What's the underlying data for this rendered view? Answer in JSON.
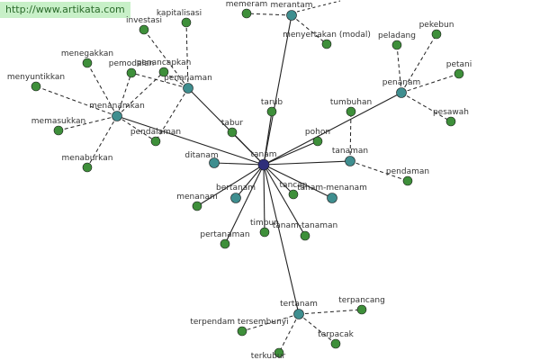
{
  "watermark": "http://www.artikata.com",
  "colors": {
    "hub": "#2e2e7a",
    "cluster": "#3f8e8f",
    "leaf": "#3e8f3a",
    "line": "#222222"
  },
  "graph": {
    "nodes": [
      {
        "id": "tanam",
        "label": "tanam",
        "type": "hub"
      },
      {
        "id": "merantam",
        "label": "merantam",
        "type": "cluster"
      },
      {
        "id": "penanaman",
        "label": "penanaman",
        "type": "cluster"
      },
      {
        "id": "menanamkan",
        "label": "menanamkan",
        "type": "cluster"
      },
      {
        "id": "penanam",
        "label": "penanam",
        "type": "cluster"
      },
      {
        "id": "tanaman",
        "label": "tanaman",
        "type": "cluster"
      },
      {
        "id": "tertanam",
        "label": "tertanam",
        "type": "cluster"
      },
      {
        "id": "tanam-menanam",
        "label": "tanam-menanam",
        "type": "cluster"
      },
      {
        "id": "bertanam",
        "label": "bertanam",
        "type": "cluster"
      },
      {
        "id": "ditanam",
        "label": "ditanam",
        "type": "cluster"
      },
      {
        "id": "tanam-tanaman",
        "label": "tanam-tanaman",
        "type": "leaf"
      },
      {
        "id": "memeram",
        "label": "memeram",
        "type": "leaf"
      },
      {
        "id": "menyertakan",
        "label": "menyertakan (modal)",
        "type": "leaf"
      },
      {
        "id": "investasi",
        "label": "investasi",
        "type": "leaf"
      },
      {
        "id": "kapitalisasi",
        "label": "kapitalisasi",
        "type": "leaf"
      },
      {
        "id": "pemodalan",
        "label": "pemodalan",
        "type": "leaf"
      },
      {
        "id": "penancapkan",
        "label": "penancapkan",
        "type": "leaf"
      },
      {
        "id": "menegakkan",
        "label": "menegakkan",
        "type": "leaf"
      },
      {
        "id": "menyuntikkan",
        "label": "menyuntikkan",
        "type": "leaf"
      },
      {
        "id": "memasukkan",
        "label": "memasukkan",
        "type": "leaf"
      },
      {
        "id": "menaburkan",
        "label": "menaburkan",
        "type": "leaf"
      },
      {
        "id": "pendalaman",
        "label": "pendalaman",
        "type": "leaf"
      },
      {
        "id": "tabur",
        "label": "tabur",
        "type": "leaf"
      },
      {
        "id": "tarub",
        "label": "tarub",
        "type": "leaf"
      },
      {
        "id": "tumbuhan",
        "label": "tumbuhan",
        "type": "leaf"
      },
      {
        "id": "pohon",
        "label": "pohon",
        "type": "leaf"
      },
      {
        "id": "peladang",
        "label": "peladang",
        "type": "leaf"
      },
      {
        "id": "pekebun",
        "label": "pekebun",
        "type": "leaf"
      },
      {
        "id": "petani",
        "label": "petani",
        "type": "leaf"
      },
      {
        "id": "pesawah",
        "label": "pesawah",
        "type": "leaf"
      },
      {
        "id": "pendaman",
        "label": "pendaman",
        "type": "leaf"
      },
      {
        "id": "tancap",
        "label": "tancap",
        "type": "leaf"
      },
      {
        "id": "menanam",
        "label": "menanam",
        "type": "leaf"
      },
      {
        "id": "timbun",
        "label": "timbun",
        "type": "leaf"
      },
      {
        "id": "pertanaman",
        "label": "pertanaman",
        "type": "leaf"
      },
      {
        "id": "terpancang",
        "label": "terpancang",
        "type": "leaf"
      },
      {
        "id": "terpendam",
        "label": "terpendam tersembunyi",
        "type": "leaf"
      },
      {
        "id": "terpacak",
        "label": "terpacak",
        "type": "leaf"
      },
      {
        "id": "terkubur",
        "label": "terkubur",
        "type": "leaf"
      }
    ],
    "edges": [
      {
        "from": "tanam",
        "to": "merantam",
        "style": "solid"
      },
      {
        "from": "tanam",
        "to": "penanaman",
        "style": "solid"
      },
      {
        "from": "tanam",
        "to": "menanamkan",
        "style": "solid"
      },
      {
        "from": "tanam",
        "to": "penanam",
        "style": "solid"
      },
      {
        "from": "tanam",
        "to": "tanaman",
        "style": "solid"
      },
      {
        "from": "tanam",
        "to": "tertanam",
        "style": "solid"
      },
      {
        "from": "tanam",
        "to": "tanam-menanam",
        "style": "solid"
      },
      {
        "from": "tanam",
        "to": "bertanam",
        "style": "solid"
      },
      {
        "from": "tanam",
        "to": "ditanam",
        "style": "solid"
      },
      {
        "from": "tanam",
        "to": "tanam-tanaman",
        "style": "solid"
      },
      {
        "from": "tanam",
        "to": "menanam",
        "style": "solid"
      },
      {
        "from": "tanam",
        "to": "pertanaman",
        "style": "solid"
      },
      {
        "from": "tanam",
        "to": "timbun",
        "style": "solid"
      },
      {
        "from": "tanam",
        "to": "tancap",
        "style": "solid"
      },
      {
        "from": "tanam",
        "to": "pohon",
        "style": "solid"
      },
      {
        "from": "tanam",
        "to": "tabur",
        "style": "solid"
      },
      {
        "from": "tanam",
        "to": "tarub",
        "style": "solid"
      },
      {
        "from": "merantam",
        "to": "memeram",
        "style": "dashed"
      },
      {
        "from": "merantam",
        "to": "menyertakan",
        "style": "dashed"
      },
      {
        "from": "penanaman",
        "to": "investasi",
        "style": "dashed"
      },
      {
        "from": "penanaman",
        "to": "kapitalisasi",
        "style": "dashed"
      },
      {
        "from": "penanaman",
        "to": "pemodalan",
        "style": "dashed"
      },
      {
        "from": "penanaman",
        "to": "penancapkan",
        "style": "dashed"
      },
      {
        "from": "penanaman",
        "to": "pendalaman",
        "style": "dashed"
      },
      {
        "from": "menanamkan",
        "to": "menegakkan",
        "style": "dashed"
      },
      {
        "from": "menanamkan",
        "to": "menyuntikkan",
        "style": "dashed"
      },
      {
        "from": "menanamkan",
        "to": "memasukkan",
        "style": "dashed"
      },
      {
        "from": "menanamkan",
        "to": "menaburkan",
        "style": "dashed"
      },
      {
        "from": "menanamkan",
        "to": "pemodalan",
        "style": "dashed"
      },
      {
        "from": "menanamkan",
        "to": "penancapkan",
        "style": "dashed"
      },
      {
        "from": "menanamkan",
        "to": "pendalaman",
        "style": "dashed"
      },
      {
        "from": "penanam",
        "to": "peladang",
        "style": "dashed"
      },
      {
        "from": "penanam",
        "to": "pekebun",
        "style": "dashed"
      },
      {
        "from": "penanam",
        "to": "petani",
        "style": "dashed"
      },
      {
        "from": "penanam",
        "to": "pesawah",
        "style": "dashed"
      },
      {
        "from": "tanaman",
        "to": "tumbuhan",
        "style": "dashed"
      },
      {
        "from": "tanaman",
        "to": "pendaman",
        "style": "dashed"
      },
      {
        "from": "tertanam",
        "to": "terpancang",
        "style": "dashed"
      },
      {
        "from": "tertanam",
        "to": "terpendam",
        "style": "dashed"
      },
      {
        "from": "tertanam",
        "to": "terpacak",
        "style": "dashed"
      },
      {
        "from": "tertanam",
        "to": "terkubur",
        "style": "dashed"
      }
    ]
  }
}
